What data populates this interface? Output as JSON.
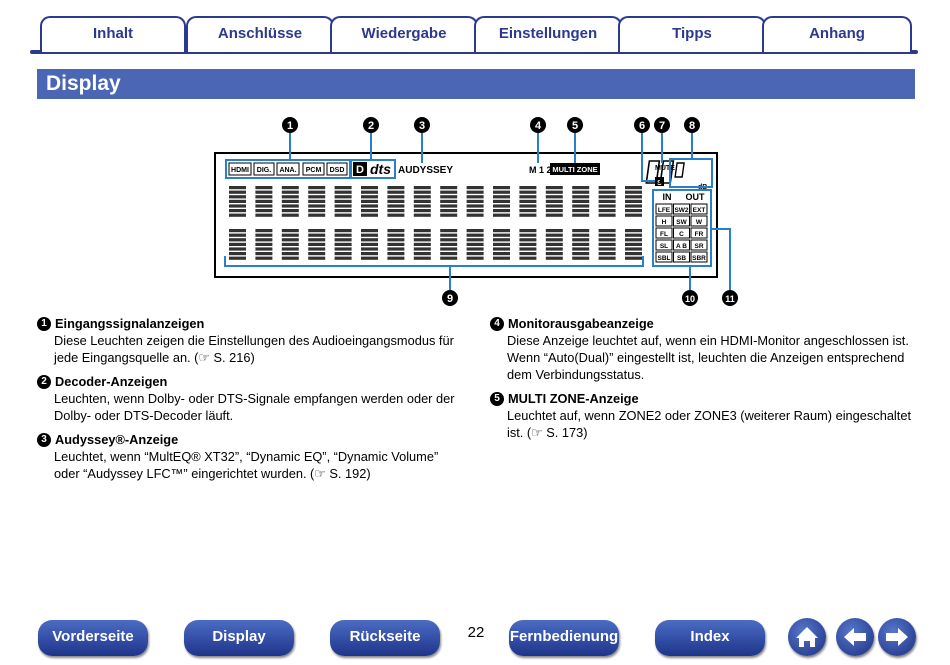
{
  "tabs": [
    "Inhalt",
    "Anschlüsse",
    "Wiedergabe",
    "Einstellungen",
    "Tipps",
    "Anhang"
  ],
  "page_title": "Display",
  "callouts": [
    "1",
    "2",
    "3",
    "4",
    "5",
    "6",
    "7",
    "8",
    "9",
    "10",
    "11"
  ],
  "display": {
    "inputs": [
      "HDMI",
      "DIG.",
      "ANA.",
      "PCM",
      "DSD"
    ],
    "decoder_dolby": "D",
    "decoder_dts": "dts",
    "audyssey": "AUDYSSEY",
    "m12": "M 1 2",
    "multi_zone": "MULTI ZONE",
    "mute": "MUTE",
    "db": "dB",
    "s_badge": "S",
    "io_in": "IN",
    "io_out": "OUT",
    "channels": [
      [
        "LFE",
        "SW2",
        "EXT"
      ],
      [
        "H",
        "SW",
        "W"
      ],
      [
        "FL",
        "C",
        "FR"
      ],
      [
        "SL",
        "A B",
        "SR"
      ],
      [
        "SBL",
        "SB",
        "SBR"
      ]
    ]
  },
  "items_left": [
    {
      "num": "1",
      "title": "Eingangssignalanzeigen",
      "lines": [
        "Diese Leuchten zeigen die Einstellungen des Audioeingangsmodus für",
        "jede Eingangsquelle an.  (☞ S. 216)"
      ]
    },
    {
      "num": "2",
      "title": "Decoder-Anzeigen",
      "lines": [
        "Leuchten, wenn Dolby- oder DTS-Signale empfangen werden oder der",
        "Dolby- oder DTS-Decoder läuft."
      ]
    },
    {
      "num": "3",
      "title": "Audyssey®-Anzeige",
      "lines": [
        "Leuchtet, wenn “MultEQ® XT32”, “Dynamic EQ”, “Dynamic Volume”",
        "oder “Audyssey LFC™” eingerichtet wurden.  (☞ S. 192)"
      ]
    }
  ],
  "items_right": [
    {
      "num": "4",
      "title": "Monitorausgabeanzeige",
      "lines": [
        "Diese Anzeige leuchtet auf, wenn ein HDMI-Monitor angeschlossen ist.",
        "Wenn “Auto(Dual)” eingestellt ist, leuchten die Anzeigen entsprechend",
        "dem Verbindungsstatus."
      ]
    },
    {
      "num": "5",
      "title": "MULTI ZONE-Anzeige",
      "lines": [
        "Leuchtet auf, wenn ZONE2 oder ZONE3 (weiterer Raum) eingeschaltet",
        "ist.  (☞ S. 173)"
      ]
    }
  ],
  "bottom_nav": [
    "Vorderseite",
    "Display",
    "Rückseite",
    "Fernbedienung",
    "Index"
  ],
  "page_number": "22",
  "icons": [
    "home-icon",
    "back-arrow-icon",
    "forward-arrow-icon"
  ],
  "colors": {
    "accent": "#2c3a8e",
    "header": "#4a66b5",
    "callout_line": "#2a7fc9"
  }
}
